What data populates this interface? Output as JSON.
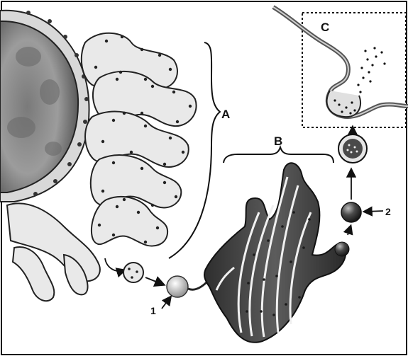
{
  "labels": {
    "a": "A",
    "b": "B",
    "c": "C",
    "one": "1",
    "two": "2"
  },
  "colors": {
    "ink": "#111111",
    "dark_fill": "#3a3a3a",
    "mid_fill": "#8a8a8a",
    "light_fill": "#e6e6e6",
    "nucleus_fill": "#9a9a9a"
  }
}
